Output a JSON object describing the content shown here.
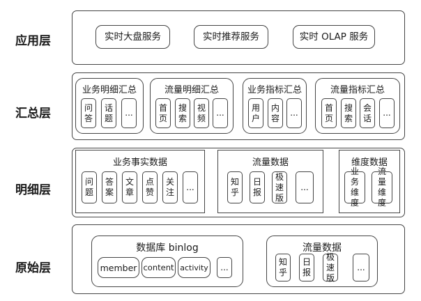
{
  "layers": {
    "app": {
      "label": "应用层",
      "services": [
        "实时大盘服务",
        "实时推荐服务",
        "实时 OLAP 服务"
      ]
    },
    "summary": {
      "label": "汇总层",
      "groups": [
        {
          "title": "业务明细汇总",
          "items": [
            "问答",
            "话题",
            "..."
          ]
        },
        {
          "title": "流量明细汇总",
          "items": [
            "首页",
            "搜索",
            "视频",
            "..."
          ]
        },
        {
          "title": "业务指标汇总",
          "items": [
            "用户",
            "内容",
            "..."
          ]
        },
        {
          "title": "流量指标汇总",
          "items": [
            "首页",
            "搜索",
            "会话",
            "..."
          ]
        }
      ]
    },
    "detail": {
      "label": "明细层",
      "groups": [
        {
          "title": "业务事实数据",
          "items": [
            "问题",
            "答案",
            "文章",
            "点赞",
            "关注",
            "..."
          ]
        },
        {
          "title": "流量数据",
          "items": [
            "知乎",
            "日报",
            "极速版",
            "..."
          ]
        },
        {
          "title": "维度数据",
          "items": [
            "业务维度",
            "流量维度"
          ]
        }
      ]
    },
    "raw": {
      "label": "原始层",
      "groups": [
        {
          "title": "数据库 binlog",
          "items": [
            "member",
            "content",
            "activity",
            "..."
          ]
        },
        {
          "title": "流量数据",
          "items": [
            "知乎",
            "日报",
            "极速版",
            "..."
          ]
        }
      ]
    }
  }
}
